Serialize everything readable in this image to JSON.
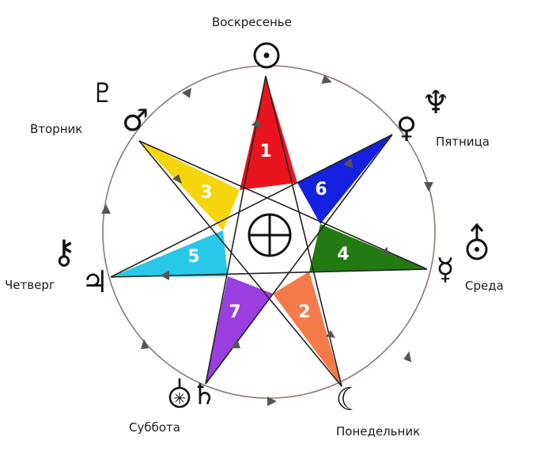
{
  "days": {
    "sunday": "Воскресенье",
    "tuesday": "Вторник",
    "friday": "Пятница",
    "thursday": "Четверг",
    "wednesday": "Среда",
    "saturday": "Суббота",
    "monday": "Понедельник"
  },
  "segments": [
    {
      "number": "1",
      "color": "#e8141e"
    },
    {
      "number": "6",
      "color": "#1520e0"
    },
    {
      "number": "4",
      "color": "#247a12"
    },
    {
      "number": "2",
      "color": "#f47a4a"
    },
    {
      "number": "7",
      "color": "#9a3ee0"
    },
    {
      "number": "5",
      "color": "#27c8e8"
    },
    {
      "number": "3",
      "color": "#f5d60c"
    }
  ],
  "symbols": {
    "center": "earth-symbol",
    "sunday": "sun-symbol",
    "tuesday": [
      "pluto-symbol",
      "mars-symbol"
    ],
    "friday": [
      "venus-symbol",
      "neptune-symbol"
    ],
    "wednesday": [
      "mercury-symbol",
      "uranus-symbol"
    ],
    "thursday": [
      "chiron-symbol",
      "jupiter-symbol"
    ],
    "saturday": [
      "ceres-symbol",
      "saturn-symbol"
    ],
    "monday": "moon-symbol"
  }
}
